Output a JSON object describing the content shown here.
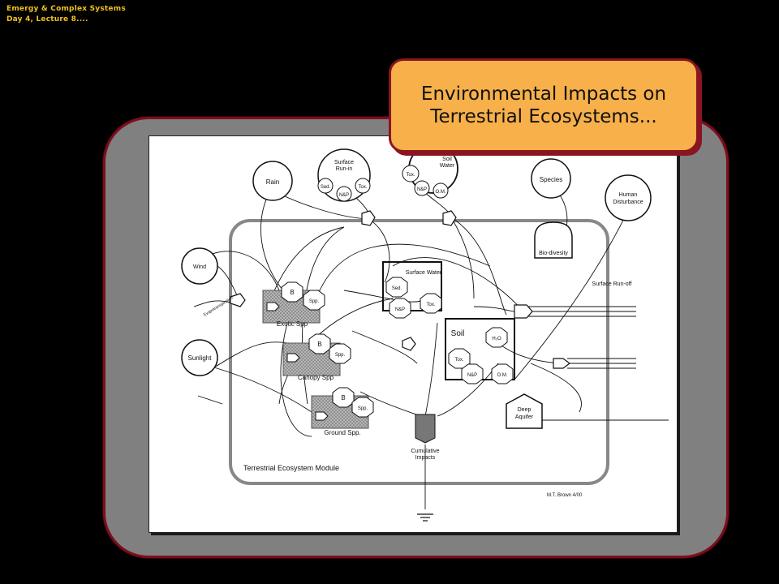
{
  "header": {
    "line1": "Emergy & Complex Systems",
    "line2": "Day 4, Lecture 8...."
  },
  "title": "Environmental Impacts on\nTerrestrial Ecosystems...",
  "diagram": {
    "sources": {
      "rain": "Rain",
      "surface_runin": "Surface\nRun-in",
      "soil_water": "Soil\nWater",
      "species": "Species",
      "human_disturbance": "Human\nDisturbance",
      "wind": "Wind",
      "sunlight": "Sunlight"
    },
    "small_labels": {
      "sed": "Sed.",
      "tox": "Tox.",
      "np": "N&P",
      "om": "O.M.",
      "b": "B",
      "spp": "Spp.",
      "h2o": "H₂O"
    },
    "labels": {
      "biodiversity": "Bio-divesity",
      "surface_water": "Surface  Water",
      "surface_runoff": "Surface  Run-off",
      "soil": "Soil",
      "evapotranspiration": "Evapotranspiration",
      "exotic_spp": "Exotic Spp",
      "canopy_spp": "Canopy Spp",
      "ground_spp": "Ground Spp.",
      "deep_aquifer": "Deep\nAquifer",
      "cumulative_impacts": "Cumulative\nImpacts",
      "module": "Terrestrial  Ecosystem Module",
      "credit": "M.T. Brown 4/00"
    }
  }
}
